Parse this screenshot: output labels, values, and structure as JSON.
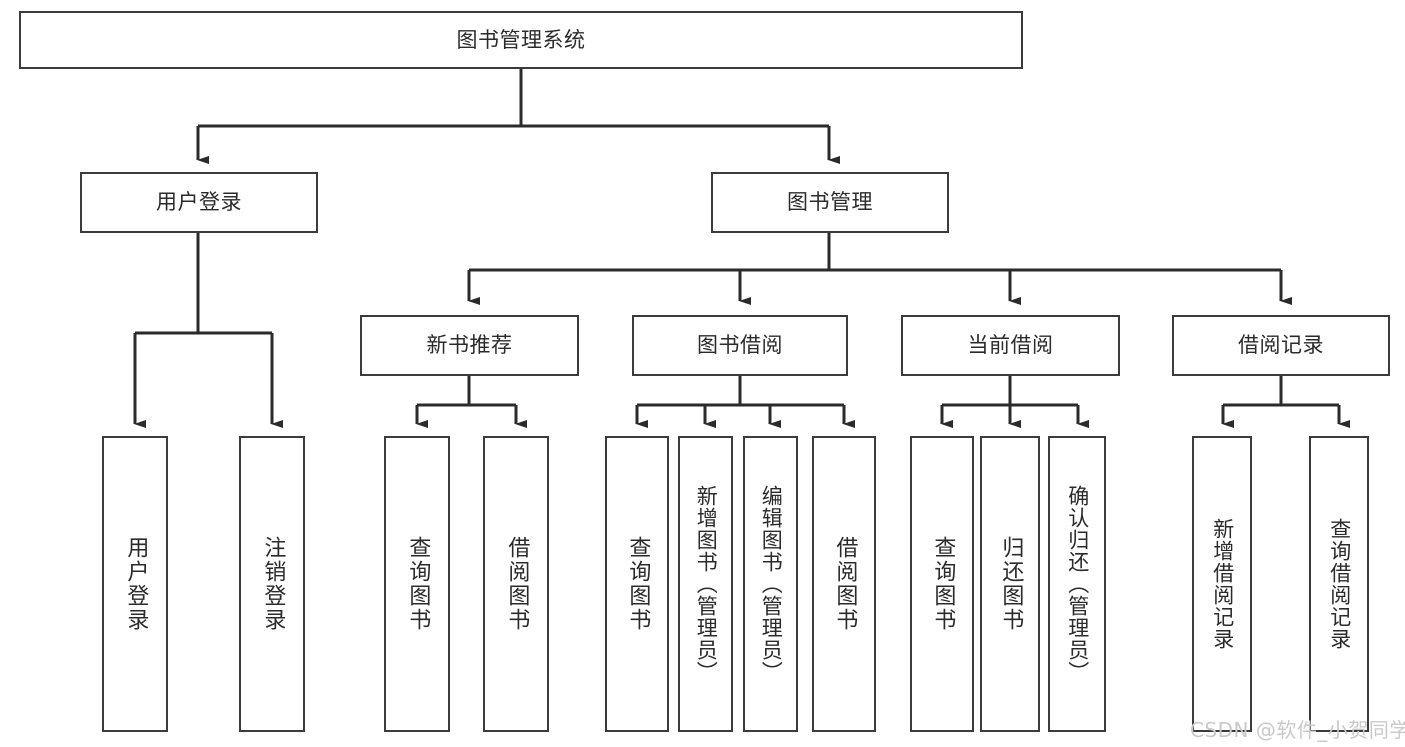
{
  "diagram": {
    "type": "tree-hierarchy",
    "title": "图书管理系统",
    "orientation": "top-down",
    "watermark": "CSDN @软件_小贺同学",
    "colors": {
      "background": "#ffffff",
      "box_border": "#3b3b3b",
      "box_fill": "#ffffff",
      "text": "#2b2b2b",
      "connector": "#2b2b2b",
      "watermark": "#c9c9c9"
    },
    "levels": [
      {
        "level": 0,
        "nodes": [
          {
            "id": "root",
            "label": "图书管理系统"
          }
        ]
      },
      {
        "level": 1,
        "nodes": [
          {
            "id": "login",
            "label": "用户登录",
            "parent": "root"
          },
          {
            "id": "bookmgmt",
            "label": "图书管理",
            "parent": "root"
          }
        ]
      },
      {
        "level": 2,
        "nodes": [
          {
            "id": "newbook",
            "label": "新书推荐",
            "parent": "bookmgmt"
          },
          {
            "id": "borrow",
            "label": "图书借阅",
            "parent": "bookmgmt"
          },
          {
            "id": "current",
            "label": "当前借阅",
            "parent": "bookmgmt"
          },
          {
            "id": "record",
            "label": "借阅记录",
            "parent": "bookmgmt"
          }
        ]
      },
      {
        "level": 3,
        "nodes": [
          {
            "id": "leaf1",
            "label": "用户登录",
            "parent": "login"
          },
          {
            "id": "leaf2",
            "label": "注销登录",
            "parent": "login"
          },
          {
            "id": "leaf3",
            "label": "查询图书",
            "parent": "newbook"
          },
          {
            "id": "leaf4",
            "label": "借阅图书",
            "parent": "newbook"
          },
          {
            "id": "leaf5",
            "label": "查询图书",
            "parent": "borrow"
          },
          {
            "id": "leaf6",
            "label": "新增图书（管理员）",
            "parent": "borrow"
          },
          {
            "id": "leaf7",
            "label": "编辑图书（管理员）",
            "parent": "borrow"
          },
          {
            "id": "leaf8",
            "label": "借阅图书",
            "parent": "borrow"
          },
          {
            "id": "leaf9",
            "label": "查询图书",
            "parent": "current"
          },
          {
            "id": "leaf10",
            "label": "归还图书",
            "parent": "current"
          },
          {
            "id": "leaf11",
            "label": "确认归还（管理员）",
            "parent": "current"
          },
          {
            "id": "leaf12",
            "label": "新增借阅记录",
            "parent": "record"
          },
          {
            "id": "leaf13",
            "label": "查询借阅记录",
            "parent": "record"
          }
        ]
      }
    ]
  }
}
